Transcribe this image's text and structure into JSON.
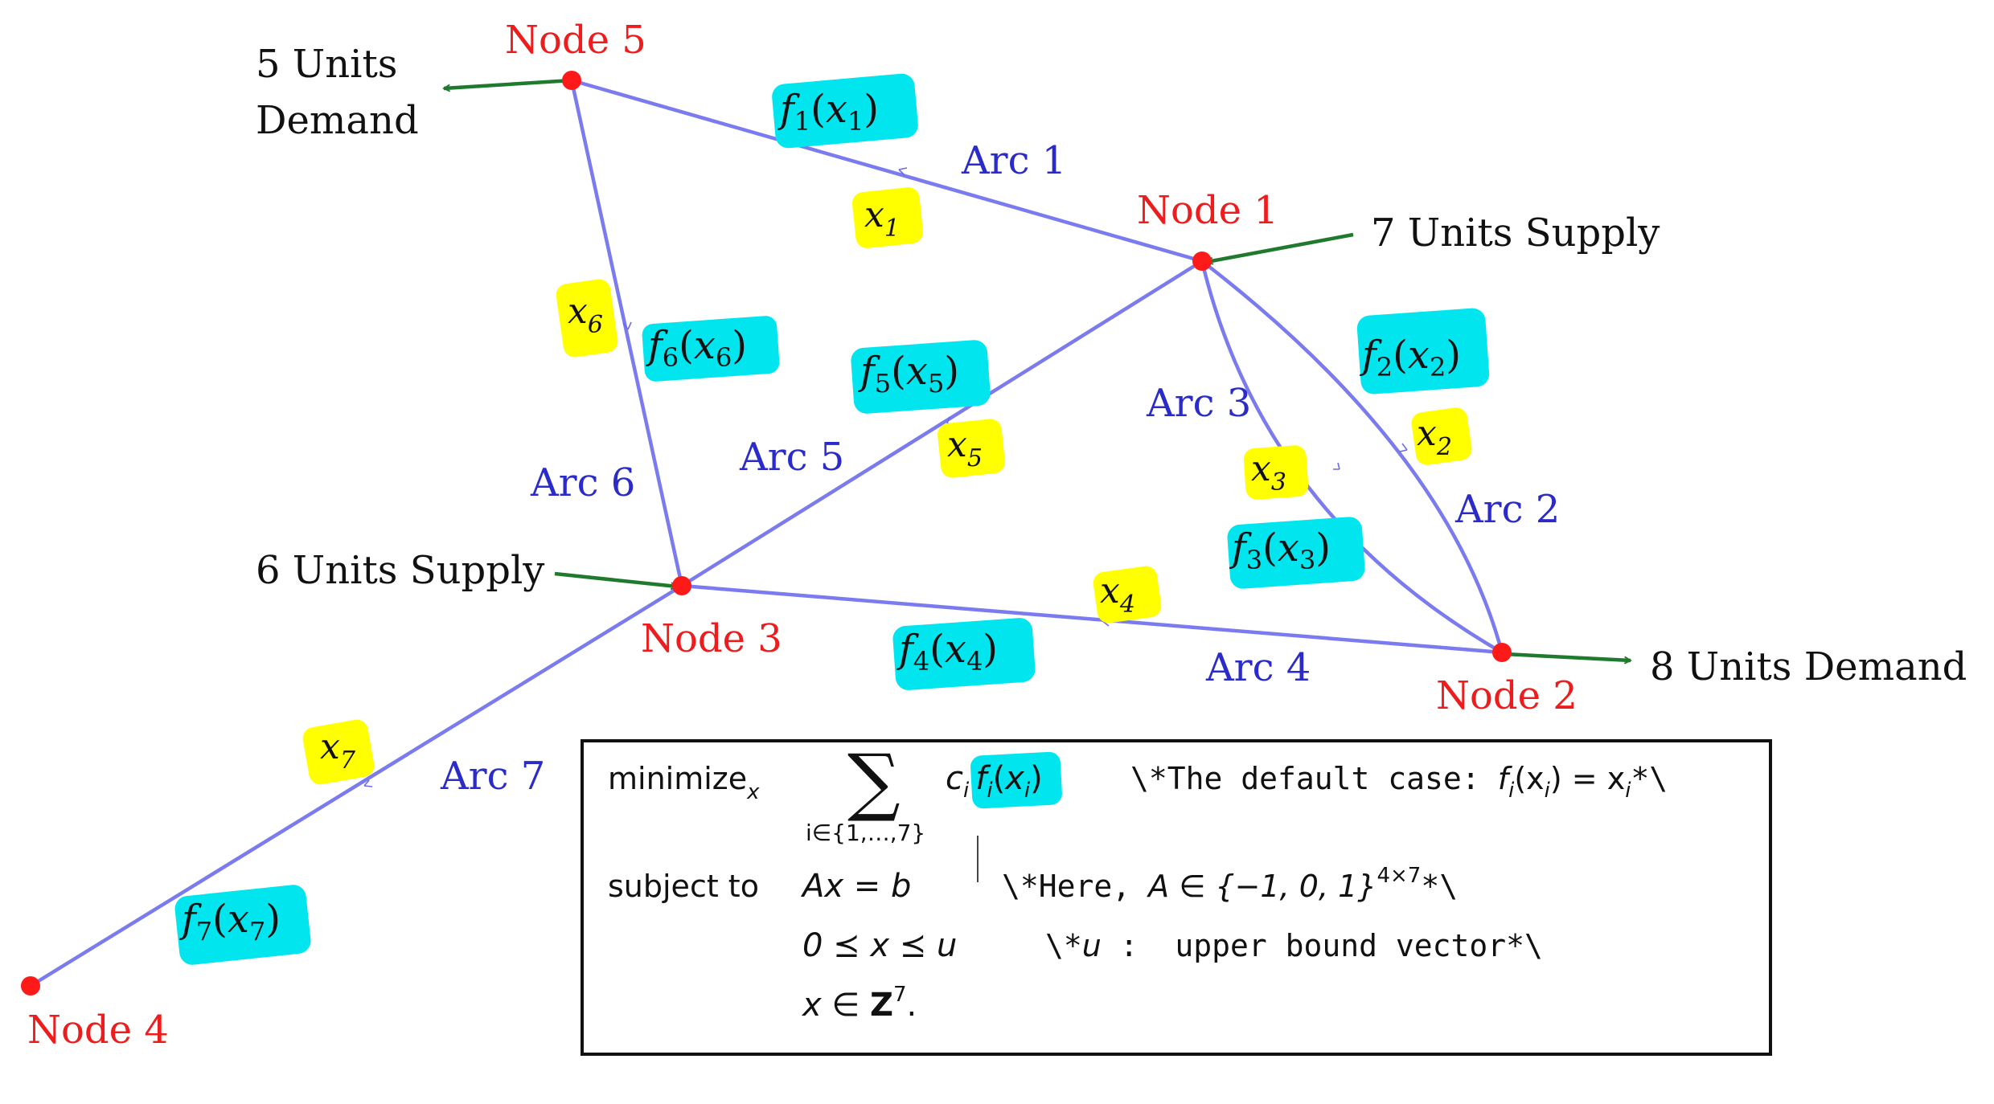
{
  "colors": {
    "arc": "#7b7bf0",
    "arc_label": "#2b2bc9",
    "node": "#ff1a1a",
    "node_label": "#ee1c1c",
    "flow_arrow": "#1f7a2e",
    "text": "#111111",
    "highlight_yellow": "#ffff00",
    "highlight_cyan": "#00e5ee"
  },
  "nodes": [
    {
      "id": "node1",
      "label": "Node 1"
    },
    {
      "id": "node2",
      "label": "Node 2"
    },
    {
      "id": "node3",
      "label": "Node 3"
    },
    {
      "id": "node4",
      "label": "Node 4"
    },
    {
      "id": "node5",
      "label": "Node 5"
    }
  ],
  "arcs": [
    {
      "label": "Arc 1",
      "var_base": "x",
      "var_sub": "1",
      "fn": "f",
      "fn_sub": "1"
    },
    {
      "label": "Arc 2",
      "var_base": "x",
      "var_sub": "2",
      "fn": "f",
      "fn_sub": "2"
    },
    {
      "label": "Arc 3",
      "var_base": "x",
      "var_sub": "3",
      "fn": "f",
      "fn_sub": "3"
    },
    {
      "label": "Arc 4",
      "var_base": "x",
      "var_sub": "4",
      "fn": "f",
      "fn_sub": "4"
    },
    {
      "label": "Arc 5",
      "var_base": "x",
      "var_sub": "5",
      "fn": "f",
      "fn_sub": "5"
    },
    {
      "label": "Arc 6",
      "var_base": "x",
      "var_sub": "6",
      "fn": "f",
      "fn_sub": "6"
    },
    {
      "label": "Arc 7",
      "var_base": "x",
      "var_sub": "7",
      "fn": "f",
      "fn_sub": "7"
    }
  ],
  "supply_demand": {
    "node5": {
      "line1": "5 Units",
      "line2": "Demand"
    },
    "node1": "7 Units Supply",
    "node3": "6 Units Supply",
    "node2": "8 Units Demand"
  },
  "formulation": {
    "minimize": "minimize",
    "minimize_sub": "x",
    "sum_symbol": "∑",
    "sum_index": "i∈{1,…,7}",
    "objective_c": "c",
    "objective_f": "f",
    "objective_sub": "i",
    "objective_arg": "x",
    "comment1_prefix": "\\*The default case:",
    "comment1_math": "f",
    "comment1_math_rest": "(x",
    "comment1_eq": ") = x",
    "comment1_suffix": "*\\",
    "subject_to": "subject to",
    "constraint1": "Ax = b",
    "comment2_prefix": "\\*Here,",
    "comment2_math": "A ∈ {−1, 0, 1}",
    "comment2_sup": "4×7",
    "comment2_suffix": "*\\",
    "constraint2": "0 ⪯ x ⪯ u",
    "comment3_prefix": "\\*",
    "comment3_math": "u",
    "comment3_text": " :  upper bound vector*\\",
    "constraint3": "x ∈ ",
    "constraint3_bold": "Z",
    "constraint3_sup": "7",
    "constraint3_end": "."
  }
}
